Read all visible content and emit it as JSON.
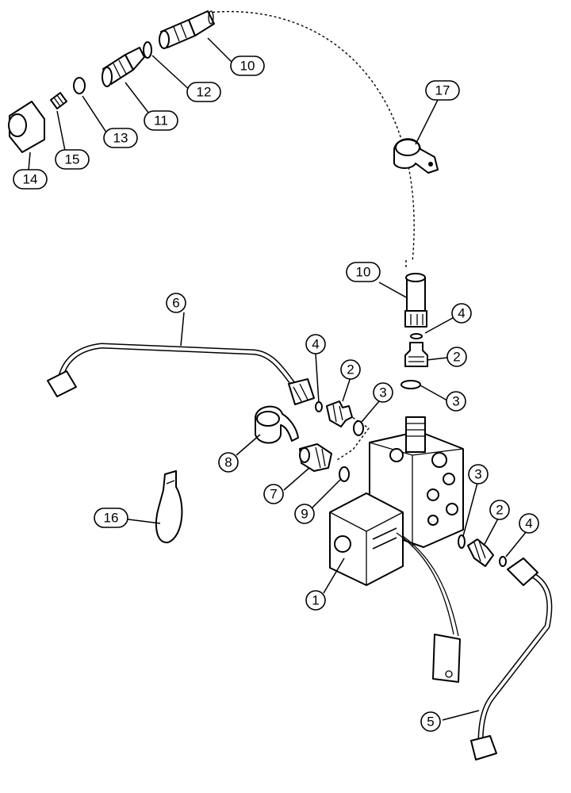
{
  "callouts": [
    {
      "id": "c10a",
      "label": "10"
    },
    {
      "id": "c12",
      "label": "12"
    },
    {
      "id": "c11",
      "label": "11"
    },
    {
      "id": "c13",
      "label": "13"
    },
    {
      "id": "c15",
      "label": "15"
    },
    {
      "id": "c14",
      "label": "14"
    },
    {
      "id": "c17",
      "label": "17"
    },
    {
      "id": "c10b",
      "label": "10"
    },
    {
      "id": "c6",
      "label": "6"
    },
    {
      "id": "c4a",
      "label": "4"
    },
    {
      "id": "c4b",
      "label": "4"
    },
    {
      "id": "c2a",
      "label": "2"
    },
    {
      "id": "c2b",
      "label": "2"
    },
    {
      "id": "c3a",
      "label": "3"
    },
    {
      "id": "c3b",
      "label": "3"
    },
    {
      "id": "c8",
      "label": "8"
    },
    {
      "id": "c7",
      "label": "7"
    },
    {
      "id": "c9",
      "label": "9"
    },
    {
      "id": "c16",
      "label": "16"
    },
    {
      "id": "c3c",
      "label": "3"
    },
    {
      "id": "c2c",
      "label": "2"
    },
    {
      "id": "c4c",
      "label": "4"
    },
    {
      "id": "c1",
      "label": "1"
    },
    {
      "id": "c5",
      "label": "5"
    }
  ]
}
